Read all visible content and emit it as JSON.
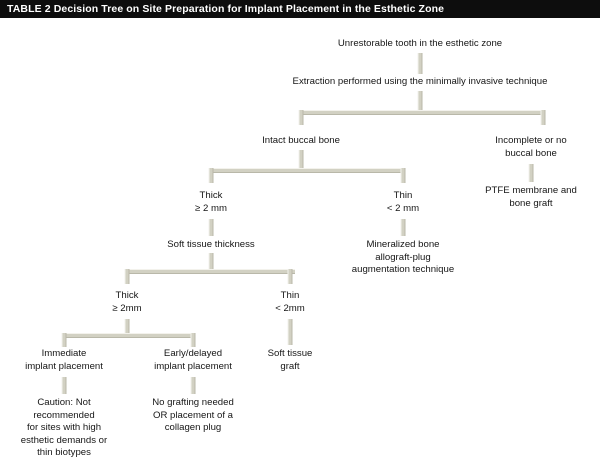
{
  "header": {
    "label": "TABLE 2",
    "title": "TABLE 2  Decision Tree on Site Preparation for Implant Placement in the Esthetic Zone"
  },
  "diagram": {
    "type": "decision-tree",
    "nodes": {
      "root": "Unrestorable tooth in the esthetic zone",
      "extraction": "Extraction performed using the minimally invasive technique",
      "intact_buccal_bone": "Intact buccal bone",
      "incomplete_buccal_bone": "Incomplete or no\nbuccal bone",
      "ptfe_membrane": "PTFE membrane and\nbone graft",
      "bone_thick": "Thick\n≥ 2 mm",
      "bone_thin": "Thin\n< 2 mm",
      "mineralized_bone": "Mineralized bone\nallograft-plug\naugmentation technique",
      "soft_tissue_thickness": "Soft tissue thickness",
      "tissue_thick": "Thick\n≥ 2mm",
      "tissue_thin": "Thin\n< 2mm",
      "immediate_placement": "Immediate\nimplant placement",
      "early_delayed_placement": "Early/delayed\nimplant placement",
      "soft_tissue_graft": "Soft tissue\ngraft",
      "caution_note": "Caution: Not\nrecommended\nfor sites with high\nesthetic demands or\nthin biotypes",
      "no_grafting_note": "No grafting needed\nOR placement of a\ncollagen plug"
    },
    "edges": [
      {
        "from": "root",
        "to": "extraction"
      },
      {
        "from": "extraction",
        "to": "intact_buccal_bone"
      },
      {
        "from": "extraction",
        "to": "incomplete_buccal_bone"
      },
      {
        "from": "incomplete_buccal_bone",
        "to": "ptfe_membrane"
      },
      {
        "from": "intact_buccal_bone",
        "to": "bone_thick"
      },
      {
        "from": "intact_buccal_bone",
        "to": "bone_thin"
      },
      {
        "from": "bone_thin",
        "to": "mineralized_bone"
      },
      {
        "from": "bone_thick",
        "to": "soft_tissue_thickness"
      },
      {
        "from": "soft_tissue_thickness",
        "to": "tissue_thick"
      },
      {
        "from": "soft_tissue_thickness",
        "to": "tissue_thin"
      },
      {
        "from": "tissue_thick",
        "to": "immediate_placement"
      },
      {
        "from": "tissue_thick",
        "to": "early_delayed_placement"
      },
      {
        "from": "tissue_thin",
        "to": "soft_tissue_graft"
      },
      {
        "from": "immediate_placement",
        "to": "caution_note"
      },
      {
        "from": "early_delayed_placement",
        "to": "no_grafting_note"
      }
    ]
  },
  "colors": {
    "header_background": "#0d0d0d",
    "header_text": "#ffffff",
    "connector": "#d2d1c3",
    "connector_highlight": "#f3f2ec",
    "connector_shadow": "#b9b8a9",
    "text": "#161616",
    "page_background": "#ffffff"
  }
}
